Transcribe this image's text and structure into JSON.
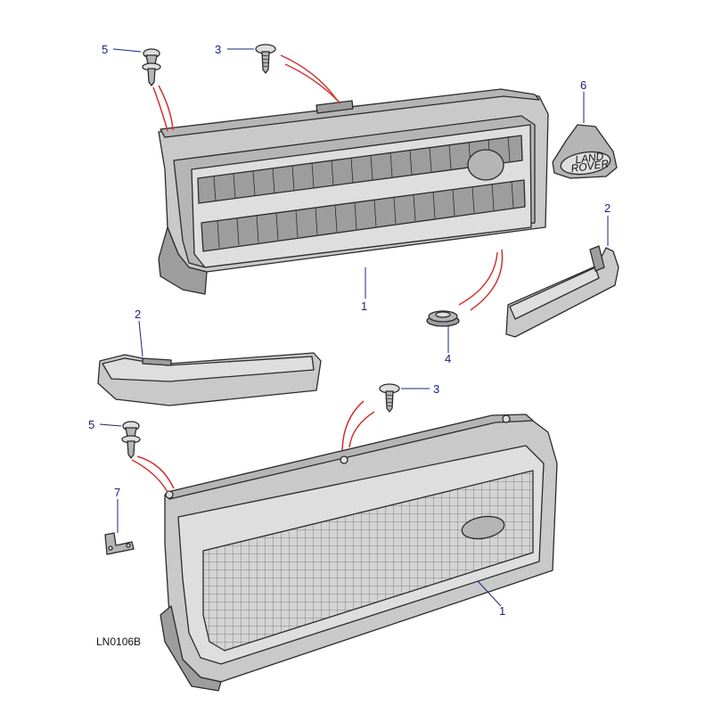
{
  "callouts": {
    "c1_upper": "1",
    "c1_lower": "1",
    "c2_right": "2",
    "c2_left": "2",
    "c3_upper": "3",
    "c3_lower": "3",
    "c4": "4",
    "c5_upper": "5",
    "c5_lower": "5",
    "c6": "6",
    "c7": "7"
  },
  "badge": {
    "line1": "LAND",
    "line2": "ROVER"
  },
  "reference": "LN0106B",
  "colors": {
    "callout": "#1a237e",
    "connector": "#d32f2f"
  }
}
